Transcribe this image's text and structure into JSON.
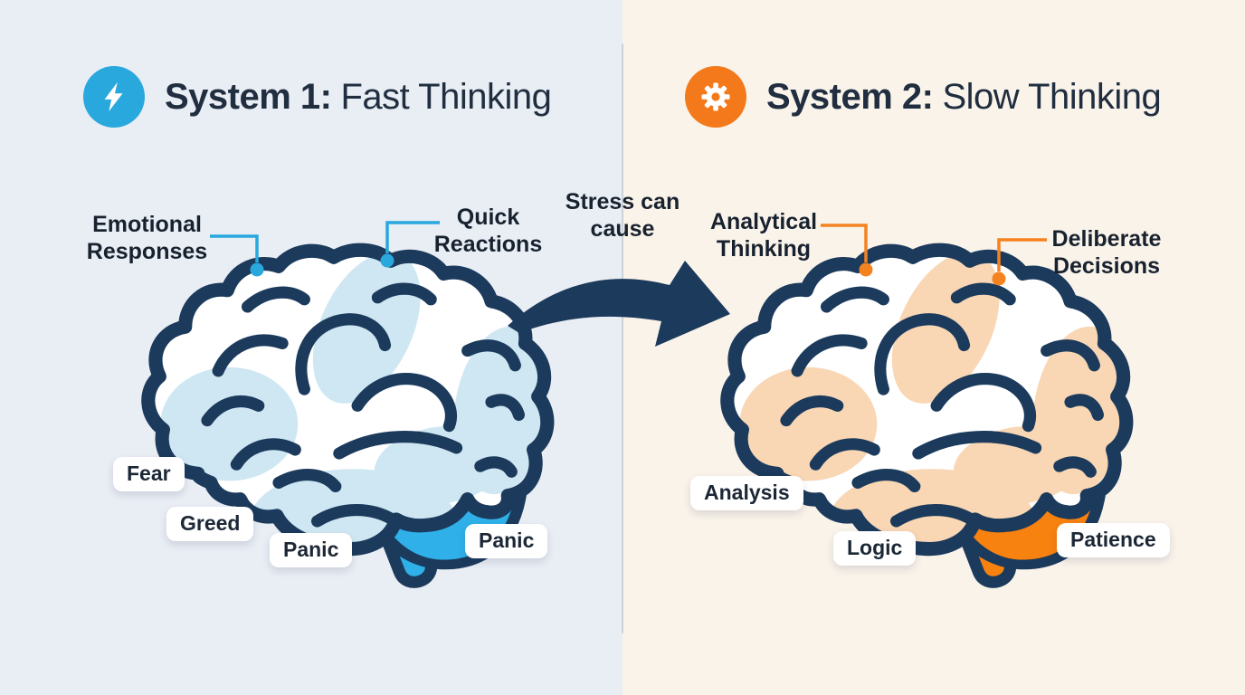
{
  "outline_color": "#1b3a5c",
  "text_color": "#18222f",
  "divider_color": "#ccd2d9",
  "arrow": {
    "label_line1": "Stress can",
    "label_line2": "cause",
    "color": "#1b3a5c"
  },
  "system1": {
    "title_bold": "System 1:",
    "title_rest": "Fast Thinking",
    "icon": "lightning-icon",
    "accent_color": "#29a8de",
    "background_color": "#e9edf4",
    "brain_tint": "#cfe7f2",
    "cerebellum_color": "#2fb0e8",
    "callout1": {
      "line1": "Emotional",
      "line2": "Responses"
    },
    "callout2": {
      "line1": "Quick",
      "line2": "Reactions"
    },
    "tags": [
      "Fear",
      "Greed",
      "Panic",
      "Panic"
    ]
  },
  "system2": {
    "title_bold": "System 2:",
    "title_rest": "Slow Thinking",
    "icon": "gear-icon",
    "accent_color": "#f4791a",
    "background_color": "#faf3ea",
    "brain_tint": "#f9d6b4",
    "cerebellum_color": "#f8820f",
    "callout1": {
      "line1": "Analytical",
      "line2": "Thinking"
    },
    "callout2": {
      "line1": "Deliberate",
      "line2": "Decisions"
    },
    "tags": [
      "Analysis",
      "Logic",
      "Patience"
    ]
  }
}
